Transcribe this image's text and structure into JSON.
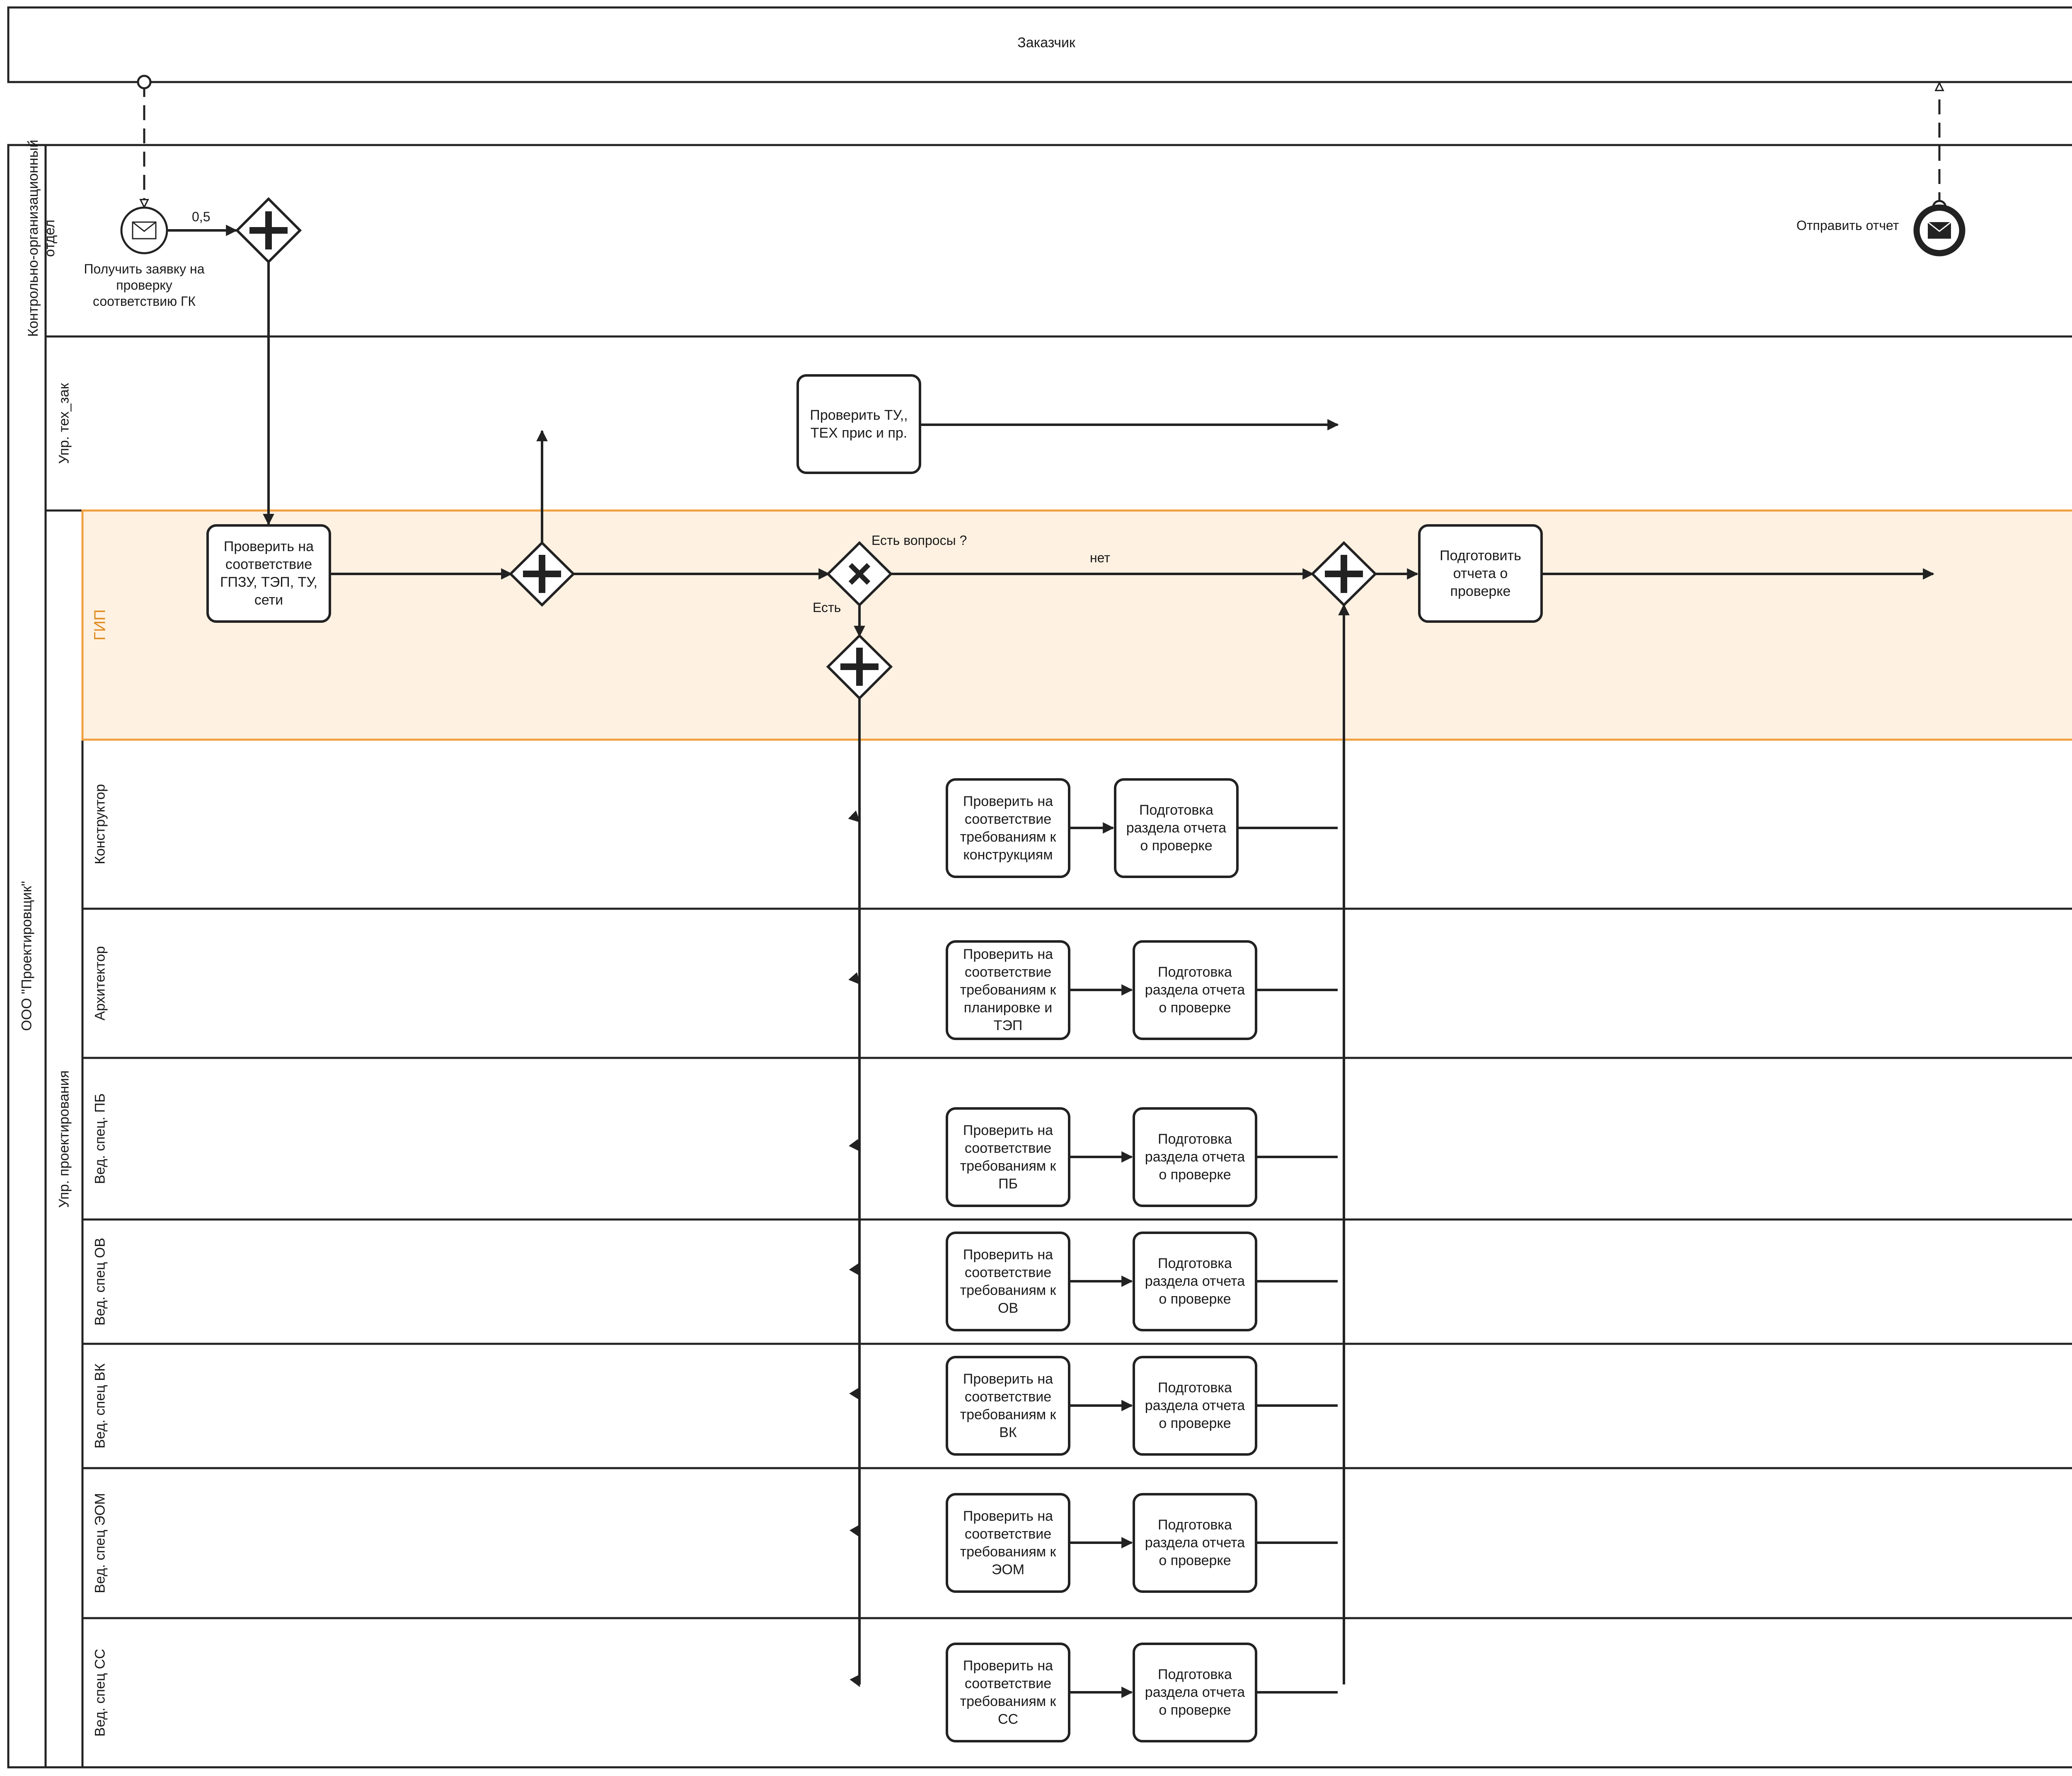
{
  "pools": {
    "customer": {
      "name": "Заказчик"
    },
    "company": {
      "name": "ООО \"Проектировщик\""
    }
  },
  "lanes": {
    "control": "Контрольно-организационный отдел",
    "tech": "Упр. тех_зак",
    "design": "Упр. проектирования",
    "gip": "ГИП",
    "constructor": "Конструктор",
    "architect": "Архитектор",
    "pb": "Вед. спец. ПБ",
    "ov": "Вед. спец ОВ",
    "vk": "Вед. спец ВК",
    "eom": "Вед. спец ЭОМ",
    "ss": "Вед. спец СС"
  },
  "events": {
    "start": "Получить заявку на проверку соответствию ГК",
    "end": "Отправить отчет"
  },
  "tasks": {
    "check_gpzu": "Проверить на соответствие ГПЗУ, ТЭП, ТУ, сети",
    "check_tu": "Проверить ТУ,, ТЕХ прис и пр.",
    "prepare_report": "Подготовить отчета о проверке",
    "check_constr": "Проверить на соответствие требованиям к конструкциям",
    "check_arch": "Проверить на соответствие требованиям к планировке и ТЭП",
    "check_pb": "Проверить на соответствие требованиям к ПБ",
    "check_ov": "Проверить на соответствие требованиям к ОВ",
    "check_vk": "Проверить на соответствие требованиям к ВК",
    "check_eom": "Проверить на соответствие требованиям к ЭОМ",
    "check_ss": "Проверить на соответствие требованиям к СС",
    "section": "Подготовка раздела отчета о проверке"
  },
  "labels": {
    "flow_weight": "0,5",
    "question": "Есть вопросы ?",
    "no": "нет",
    "yes": "Есть"
  },
  "colors": {
    "line": "#222222",
    "highlight_fill": "#fff1e1",
    "highlight_stroke": "#f0a040",
    "highlight_text": "#e08a1e"
  }
}
